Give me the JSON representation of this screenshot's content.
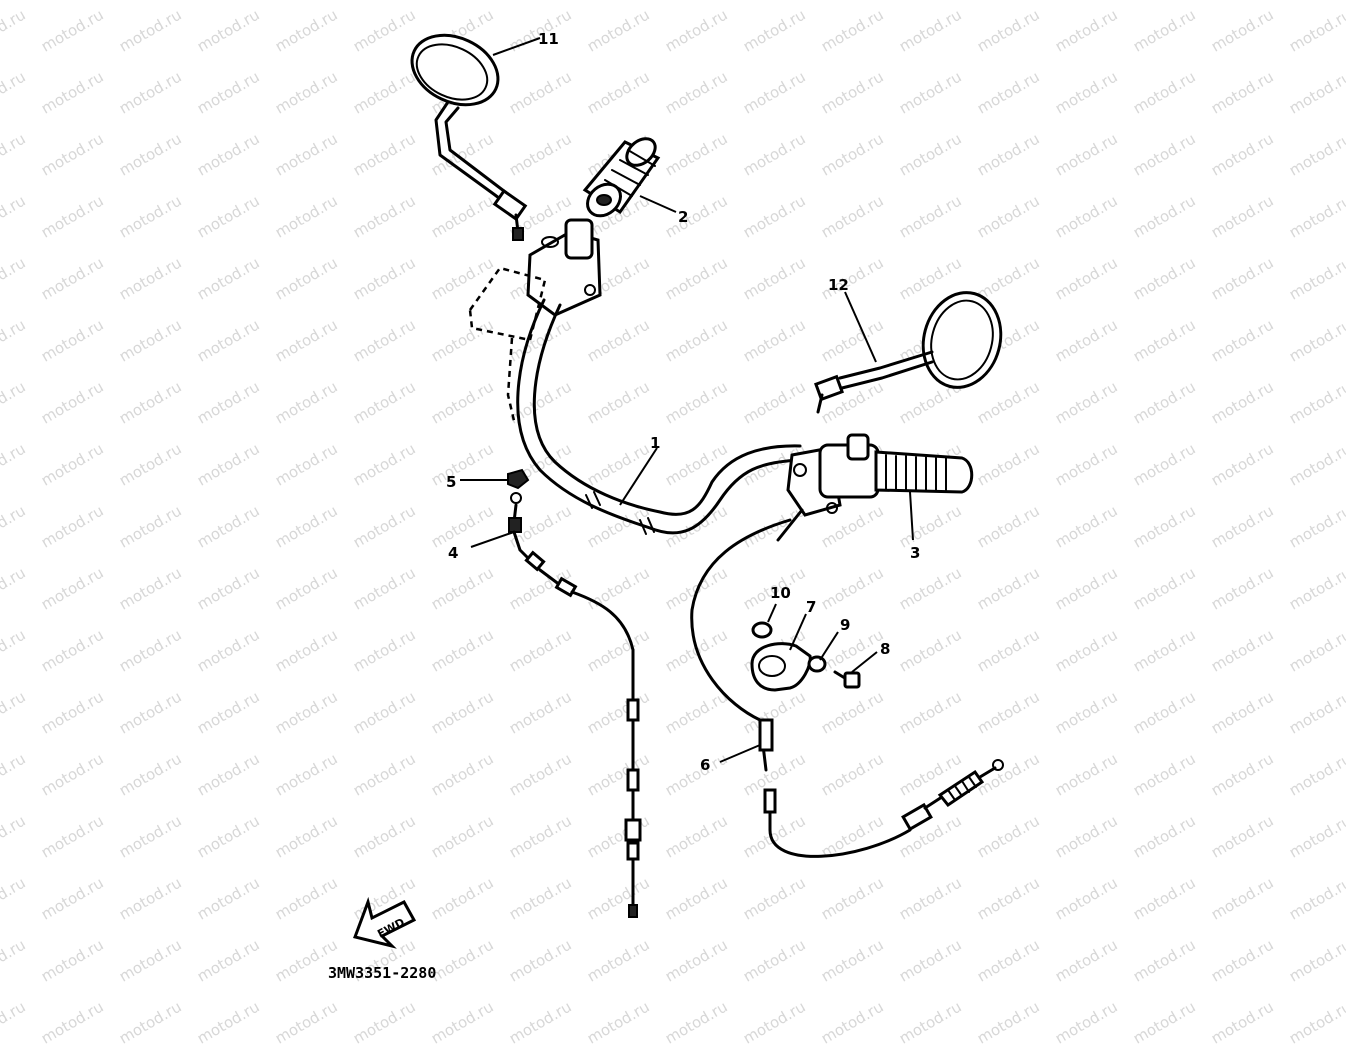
{
  "watermark": {
    "text": "motod.ru"
  },
  "callouts": [
    "1",
    "2",
    "3",
    "4",
    "5",
    "6",
    "7",
    "8",
    "9",
    "10",
    "11",
    "12"
  ],
  "diagram_code": "3MW3351-2280",
  "direction_arrow": {
    "label": "FWD",
    "icon": "fwd-arrow-icon"
  }
}
